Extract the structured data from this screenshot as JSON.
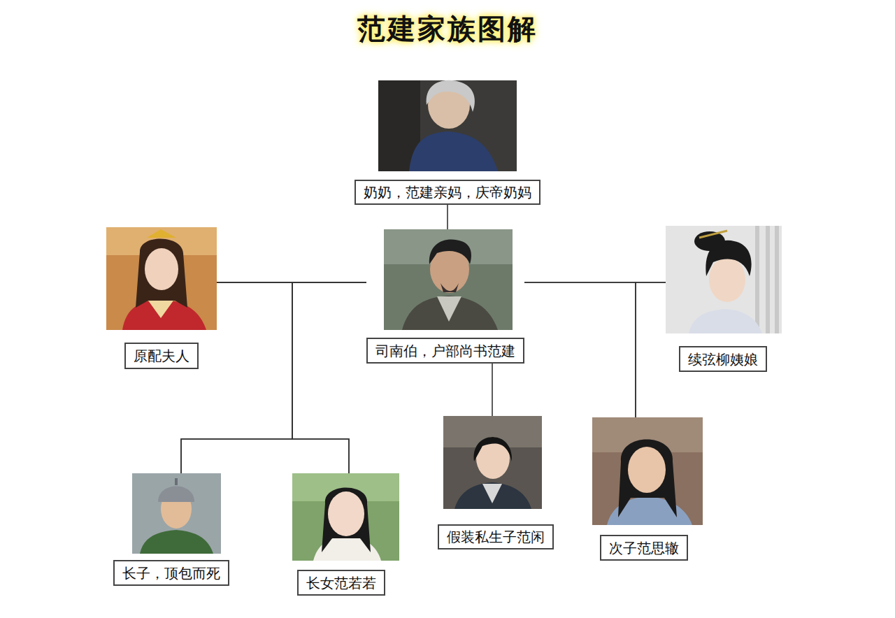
{
  "diagram": {
    "title": "范建家族图解",
    "nodes": [
      {
        "text": [
          "奶奶，范建亲妈，庆帝奶妈"
        ]
      },
      {
        "text": [
          "原配夫人"
        ]
      },
      {
        "text": [
          "司南伯，户部尚书范建"
        ]
      },
      {
        "text": [
          "续弦柳姨娘"
        ]
      },
      {
        "text": [
          "长子，顶包而死"
        ]
      },
      {
        "text": [
          "长女范若若"
        ]
      },
      {
        "text": [
          "假装私生子范闲"
        ]
      },
      {
        "text": [
          "次子范思辙"
        ]
      }
    ],
    "edges": [
      {
        "from": 0,
        "to": 2,
        "arrow": "none"
      },
      {
        "from": 1,
        "to": 2,
        "arrow": "none"
      },
      {
        "from": 2,
        "to": 3,
        "arrow": "none"
      },
      {
        "from": 1,
        "to": 4,
        "arrow": "none"
      },
      {
        "from": 1,
        "to": 5,
        "arrow": "none"
      },
      {
        "from": 2,
        "to": 4,
        "arrow": "none"
      },
      {
        "from": 2,
        "to": 5,
        "arrow": "none"
      },
      {
        "from": 2,
        "to": 6,
        "arrow": "none"
      },
      {
        "from": 2,
        "to": 7,
        "arrow": "none"
      },
      {
        "from": 3,
        "to": 7,
        "arrow": "none"
      }
    ]
  }
}
